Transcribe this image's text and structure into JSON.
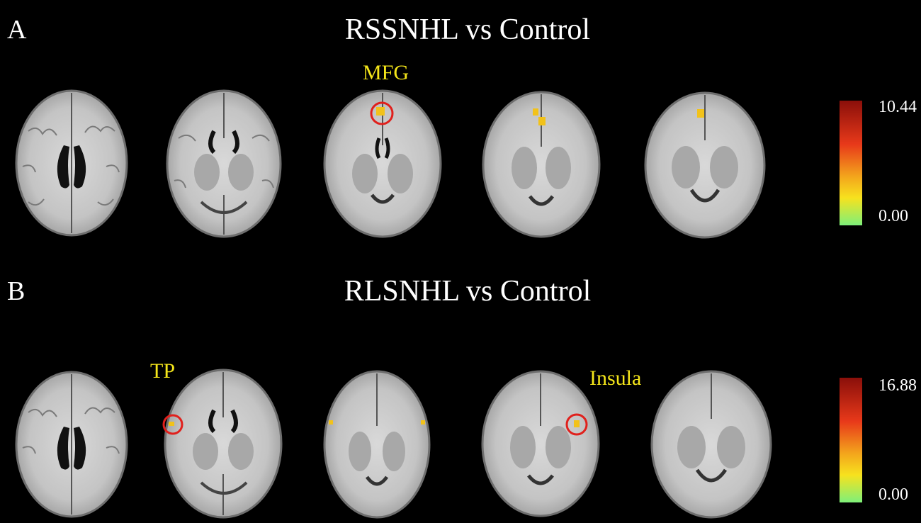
{
  "panels": [
    {
      "letter": "A",
      "title": "RSSNHL vs Control",
      "labels": [
        "MFG"
      ],
      "colorbar": {
        "max": "10.44",
        "min": "0.00"
      }
    },
    {
      "letter": "B",
      "title": "RLSNHL vs Control",
      "labels": [
        "TP",
        "Insula"
      ],
      "colorbar": {
        "max": "16.88",
        "min": "0.00"
      }
    }
  ],
  "colors": {
    "background": "#000000",
    "label": "#f5e61a",
    "highlight_circle": "#e0201c",
    "activation": "#f2c21a",
    "colorbar_top": "#8a0f0a",
    "colorbar_mid": "#f0601a",
    "colorbar_upper_mid": "#f7e21e",
    "colorbar_bottom": "#7ef07a"
  }
}
